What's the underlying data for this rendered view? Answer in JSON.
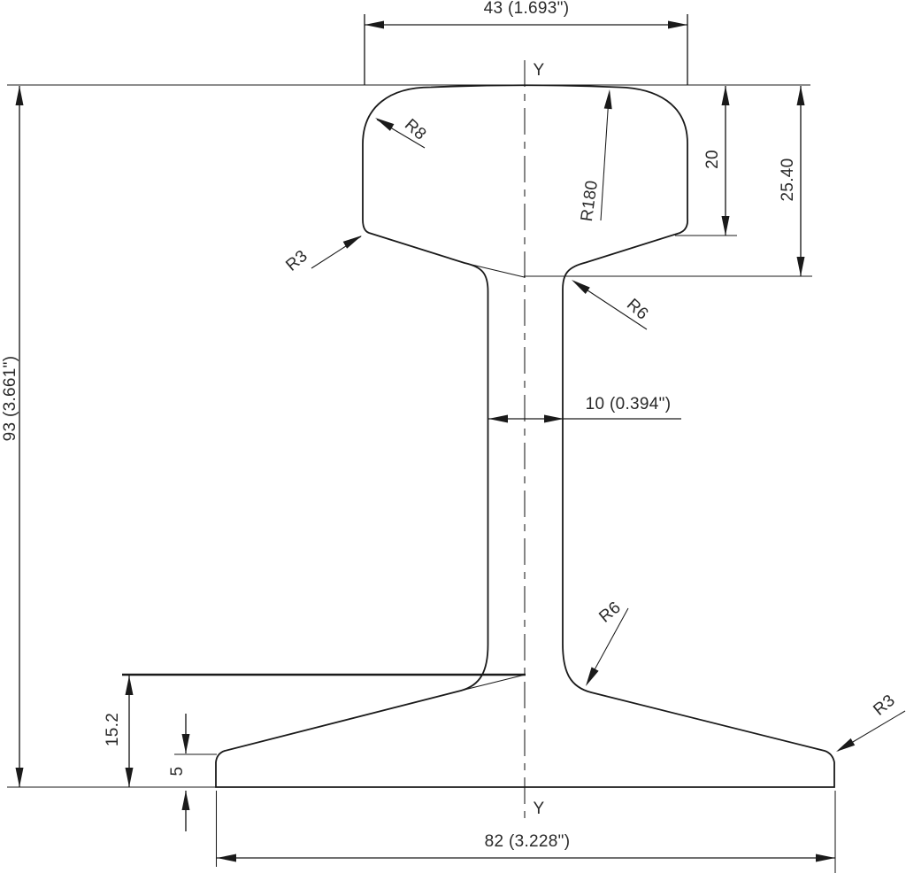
{
  "drawing": {
    "axis_label_top": "Y",
    "axis_label_bottom": "Y"
  },
  "dimensions": {
    "head_width": "43 (1.693\")",
    "overall_height": "93 (3.661\")",
    "head_side_depth": "20",
    "head_depth": "25.40",
    "web_thickness": "10 (0.394\")",
    "foot_height": "15.2",
    "foot_edge_thickness": "5",
    "foot_width": "82 (3.228\")"
  },
  "radii": {
    "head_corner": "R8",
    "head_crown": "R180",
    "head_side_lower": "R3",
    "head_web_fillet": "R6",
    "web_foot_fillet": "R6",
    "foot_toe": "R3"
  },
  "colors": {
    "line": "#1a1a1a",
    "background": "#ffffff"
  }
}
